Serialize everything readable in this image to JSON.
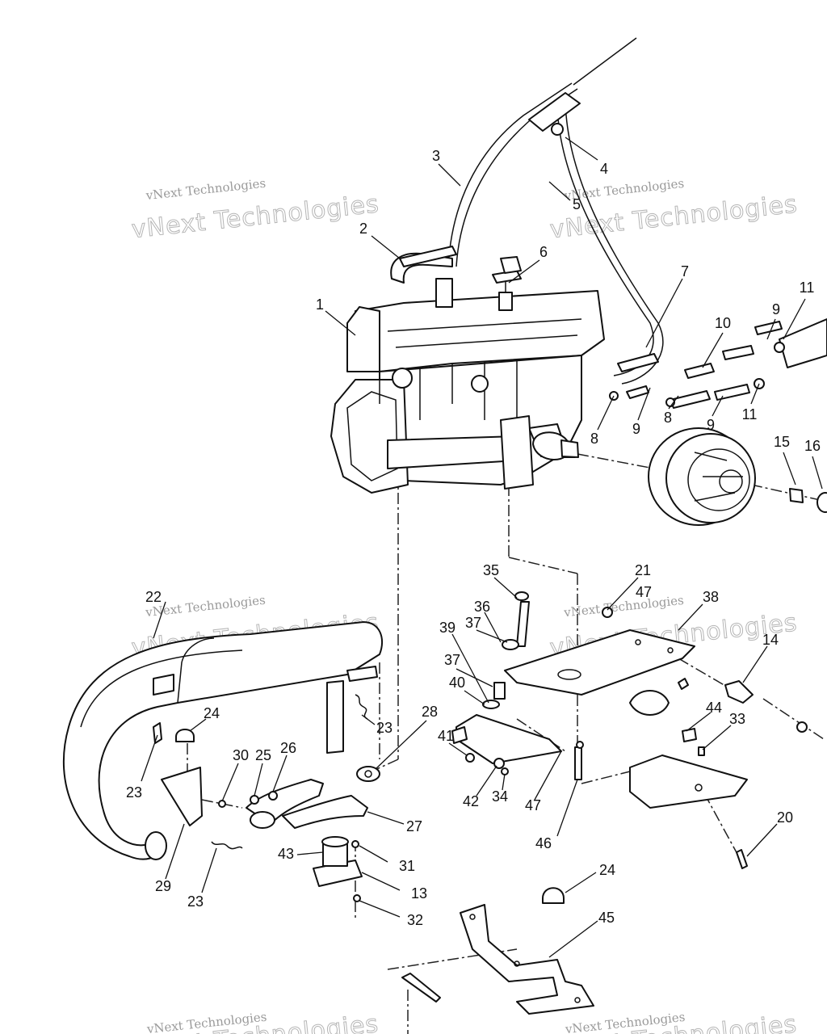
{
  "watermarks": [
    {
      "small": "vNext Technologies",
      "big": "vNext Technologies"
    },
    {
      "small": "vNext Technologies",
      "big": "vNext Technologies"
    },
    {
      "small": "vNext Technologies",
      "big": "vNext Technologies"
    },
    {
      "small": "vNext Technologies",
      "big": "vNext Technologies"
    },
    {
      "small": "vNext Technologies",
      "big": "vNext Technologies"
    },
    {
      "small": "vNext Technologies",
      "big": "vNext Technologies"
    }
  ],
  "callouts": [
    "1",
    "2",
    "3",
    "4",
    "5",
    "6",
    "7",
    "8",
    "8",
    "9",
    "9",
    "9",
    "10",
    "11",
    "11",
    "15",
    "16",
    "35",
    "21",
    "47",
    "38",
    "14",
    "36",
    "37",
    "37",
    "39",
    "40",
    "41",
    "42",
    "34",
    "47",
    "46",
    "44",
    "33",
    "20",
    "22",
    "24",
    "23",
    "23",
    "23",
    "30",
    "25",
    "26",
    "28",
    "27",
    "29",
    "43",
    "31",
    "13",
    "32",
    "24",
    "45"
  ]
}
